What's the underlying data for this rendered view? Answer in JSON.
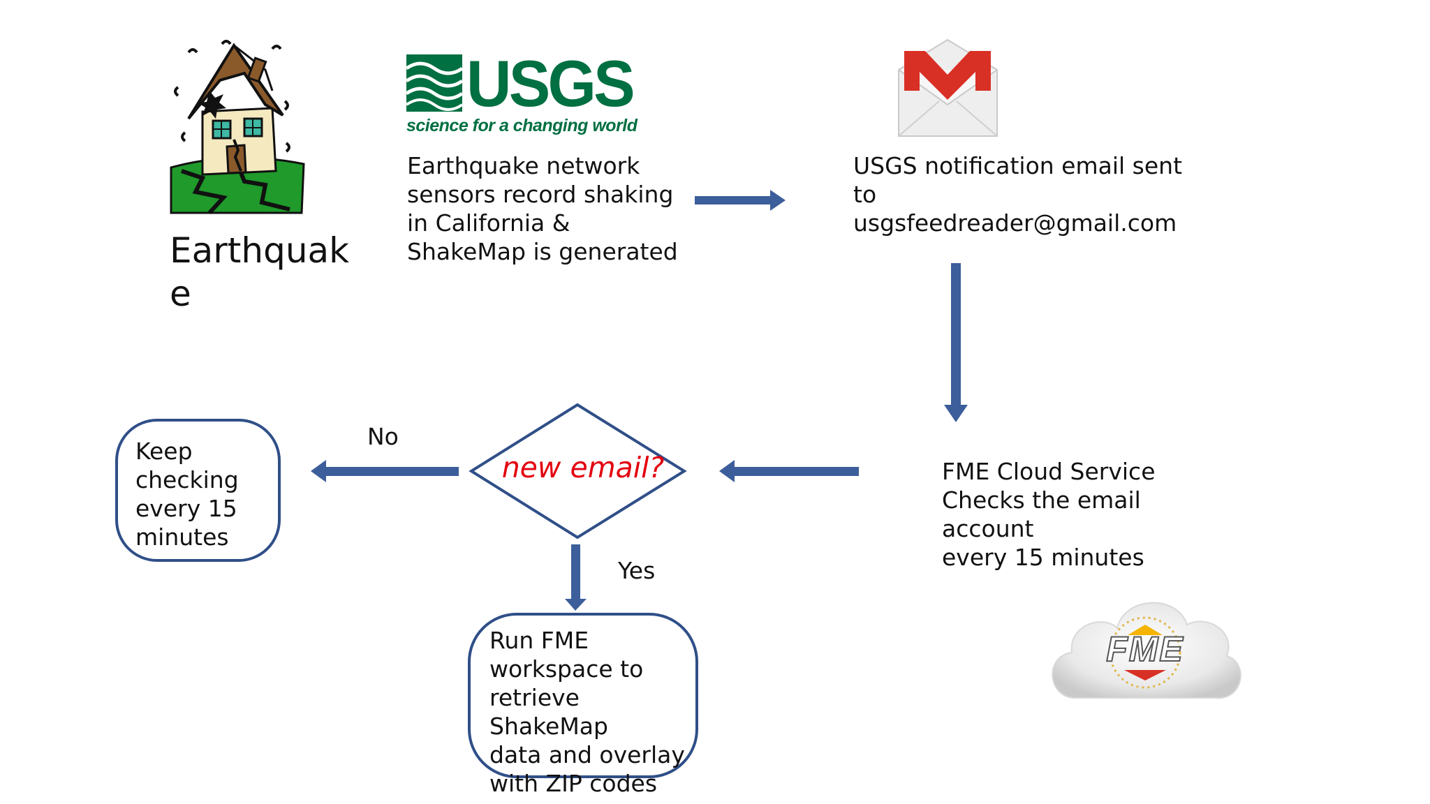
{
  "earthquake": {
    "label": "Earthquak\ne",
    "icon": "cracked-house-icon"
  },
  "usgs": {
    "logo_text": "USGS",
    "tagline": "science for a changing world",
    "description": "Earthquake network\nsensors record shaking\nin California &\nShakeMap is generated",
    "brand_color": "#006f41"
  },
  "email": {
    "icon": "gmail-envelope-icon",
    "description": "USGS notification email sent\nto\nusgsfeedreader@gmail.com"
  },
  "fme_cloud": {
    "description": "FME Cloud Service\nChecks the email\naccount\nevery 15 minutes",
    "logo_text": "FME",
    "icon": "fme-cloud-icon"
  },
  "decision": {
    "text": "new email?",
    "text_color": "#e3000f"
  },
  "branches": {
    "no_label": "No",
    "yes_label": "Yes"
  },
  "keep_checking": {
    "text": "Keep\nchecking\nevery 15\nminutes"
  },
  "run_fme": {
    "text": "Run FME\nworkspace to\nretrieve ShakeMap\ndata and overlay\nwith ZIP codes"
  },
  "colors": {
    "arrow": "#3c5e9a",
    "outline": "#2f4f88"
  }
}
